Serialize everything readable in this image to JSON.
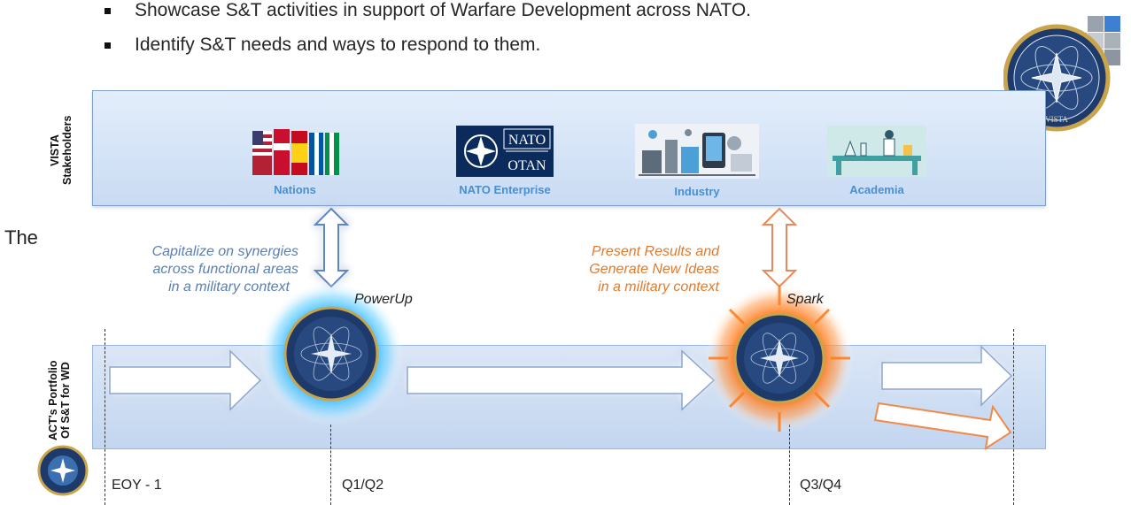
{
  "bullets": [
    "Showcase S&T activities in support of Warfare Development across NATO.",
    "Identify S&T needs and ways to respond to them."
  ],
  "fragment_text": "The",
  "stakeholders_band": {
    "axis_label_line1": "VISTA",
    "axis_label_line2": "Stakeholders",
    "items": [
      {
        "label": "Nations",
        "icon": "flags-icon"
      },
      {
        "label": "NATO Enterprise",
        "icon": "nato-otan-logo",
        "logo_line1": "NATO",
        "logo_line2": "OTAN"
      },
      {
        "label": "Industry",
        "icon": "industry-icon"
      },
      {
        "label": "Academia",
        "icon": "academia-icon"
      }
    ]
  },
  "portfolio_band": {
    "axis_label_line1": "ACT's Portfolio",
    "axis_label_line2": "Of S&T for WD"
  },
  "notes": {
    "left_line1": "Capitalize on synergies",
    "left_line2": "across functional areas",
    "left_line3": "in a military context",
    "right_line1": "Present Results and",
    "right_line2": "Generate New Ideas",
    "right_line3": "in a military context"
  },
  "events": {
    "powerup": "PowerUp",
    "spark": "Spark"
  },
  "timeline": [
    "EOY - 1",
    "Q1/Q2",
    "Q3/Q4"
  ],
  "logo_text": "VISTA",
  "colors": {
    "band": "#c9dbf3",
    "blue_note": "#5a7fb0",
    "orange_note": "#e07a2e",
    "stake_label": "#4a8fd0"
  }
}
